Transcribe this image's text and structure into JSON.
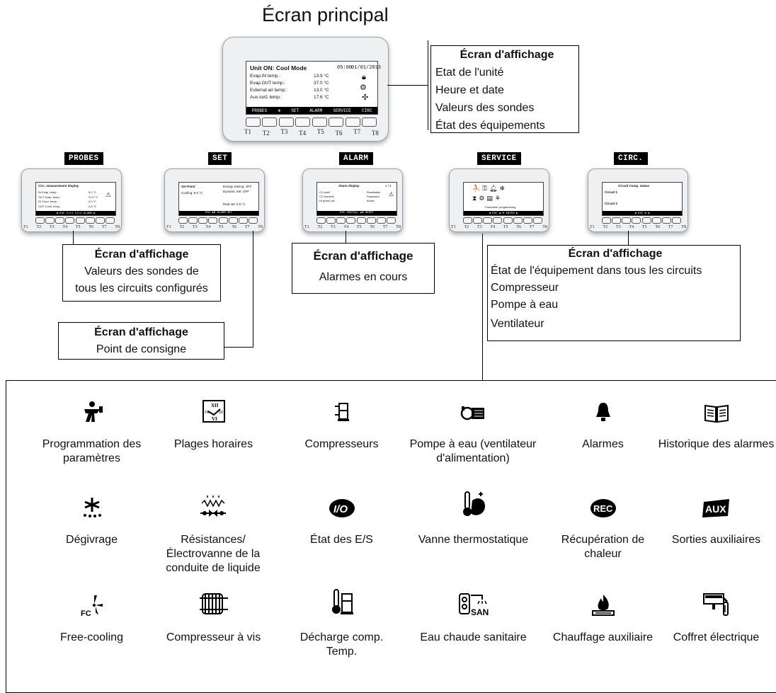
{
  "title": "Écran principal",
  "main_device": {
    "unit_status": "Unit ON: Cool Mode",
    "time": "05:00",
    "date": "01/01/2013",
    "rows": [
      {
        "label": "Evap.IN temp.:",
        "value": "13.9 °C"
      },
      {
        "label": "Evap.OUT temp.:",
        "value": "37.0 °C"
      },
      {
        "label": "External air temp.:",
        "value": "13.0 °C"
      },
      {
        "label": "Aux.out1 temp.:",
        "value": "17.6 °C"
      }
    ],
    "softkeys": [
      "PROBES",
      "✻",
      "SET",
      "ALARM",
      "SERVICE",
      "CIRC"
    ],
    "keys": [
      "T1",
      "T2",
      "T3",
      "T4",
      "T5",
      "T6",
      "T7",
      "T8"
    ]
  },
  "main_box": {
    "heading": "Écran d'affichage",
    "lines": [
      "Etat de l'unité",
      "Heure et date",
      "Valeurs des sondes",
      "État des équipements"
    ]
  },
  "tabs": {
    "probes": "PROBES",
    "set": "SET",
    "alarm": "ALARM",
    "service": "SERVICE",
    "circ": "CIRC."
  },
  "small_screens": {
    "probes": {
      "title": "Circ. measurement display",
      "rows": [
        "IN Evap. temp.:",
        "OUT Evap. temp.:",
        "IN Cond. temp.:",
        "OUT Cond. temp.:"
      ],
      "values": [
        "9.2 °C",
        "37.0 °C",
        "9.0 °C",
        "2.8 °C"
      ],
      "bar": "◀ ESC  Cir1  Cir2        ALARM ▶"
    },
    "set": {
      "title": "Set Point",
      "col1": "Cooling:    9.0 °C",
      "col2a": "Energy Saving: OFF",
      "col2b": "Dynamic Set:   OFF",
      "col2c": "Real set:    9.0 °C",
      "bar": "ESC   ▲▼  ALARM  SET"
    },
    "alarm": {
      "title": "Alarm display",
      "page": "1 / 1",
      "rows": [
        "C2 overl",
        "C2 overlcir2",
        "Hi press cir2"
      ],
      "states": [
        "Resettable",
        "Password",
        "Active"
      ],
      "bar": "ESC  INSTALL ▲▼     RESET"
    },
    "service": {
      "caption": "Parameter programming",
      "bar": "◀ ESC   ▲ ▼     ENTER ▶"
    },
    "circ": {
      "title": "Circuit Comp. status",
      "c1": "Circuit 1",
      "c2": "Circuit 2",
      "bar": "◀ ESC  ✻                  ▶"
    }
  },
  "boxes": {
    "probes": {
      "heading": "Écran d'affichage",
      "lines": [
        "Valeurs des sondes de",
        "tous les circuits configurés"
      ]
    },
    "alarm": {
      "heading": "Écran d'affichage",
      "lines": [
        "Alarmes en cours"
      ]
    },
    "set": {
      "heading": "Écran d'affichage",
      "lines": [
        "Point de consigne"
      ]
    },
    "circ": {
      "heading": "Écran d'affichage",
      "lines": [
        "État de l'équipement dans tous les circuits",
        "Compresseur",
        "Pompe à eau",
        "Ventilateur"
      ]
    }
  },
  "icons": [
    {
      "icon": "technician-icon",
      "label": "Programmation des paramètres"
    },
    {
      "icon": "clock-icon",
      "label": "Plages horaires"
    },
    {
      "icon": "compressor-icon",
      "label": "Compresseurs"
    },
    {
      "icon": "pump-icon",
      "label": "Pompe à eau (ventilateur d'alimentation)"
    },
    {
      "icon": "bell-icon",
      "label": "Alarmes"
    },
    {
      "icon": "book-icon",
      "label": "Historique des alarmes"
    },
    {
      "icon": "defrost-icon",
      "label": "Dégivrage"
    },
    {
      "icon": "heater-valve-icon",
      "label": "Résistances/Électrovanne de la conduite de liquide"
    },
    {
      "icon": "io-icon",
      "label": "État des E/S"
    },
    {
      "icon": "thermostatic-valve-icon",
      "label": "Vanne thermostatique"
    },
    {
      "icon": "rec-icon",
      "label": "Récupération de chaleur"
    },
    {
      "icon": "aux-icon",
      "label": "Sorties auxiliaires"
    },
    {
      "icon": "free-cooling-icon",
      "label": "Free-cooling"
    },
    {
      "icon": "screw-compressor-icon",
      "label": "Compresseur à vis"
    },
    {
      "icon": "discharge-temp-icon",
      "label": "Décharge comp. Temp."
    },
    {
      "icon": "hot-water-icon",
      "label": "Eau chaude sanitaire"
    },
    {
      "icon": "flame-icon",
      "label": "Chauffage auxiliaire"
    },
    {
      "icon": "electrical-box-icon",
      "label": "Coffret électrique"
    }
  ],
  "icon_texts": {
    "io": "I/O",
    "rec": "REC",
    "aux": "AUX",
    "fc": "FC",
    "san": "SAN",
    "clock_top": "XII",
    "clock_bottom": "VI",
    "clock_left": "IX",
    "clock_right": "III"
  }
}
